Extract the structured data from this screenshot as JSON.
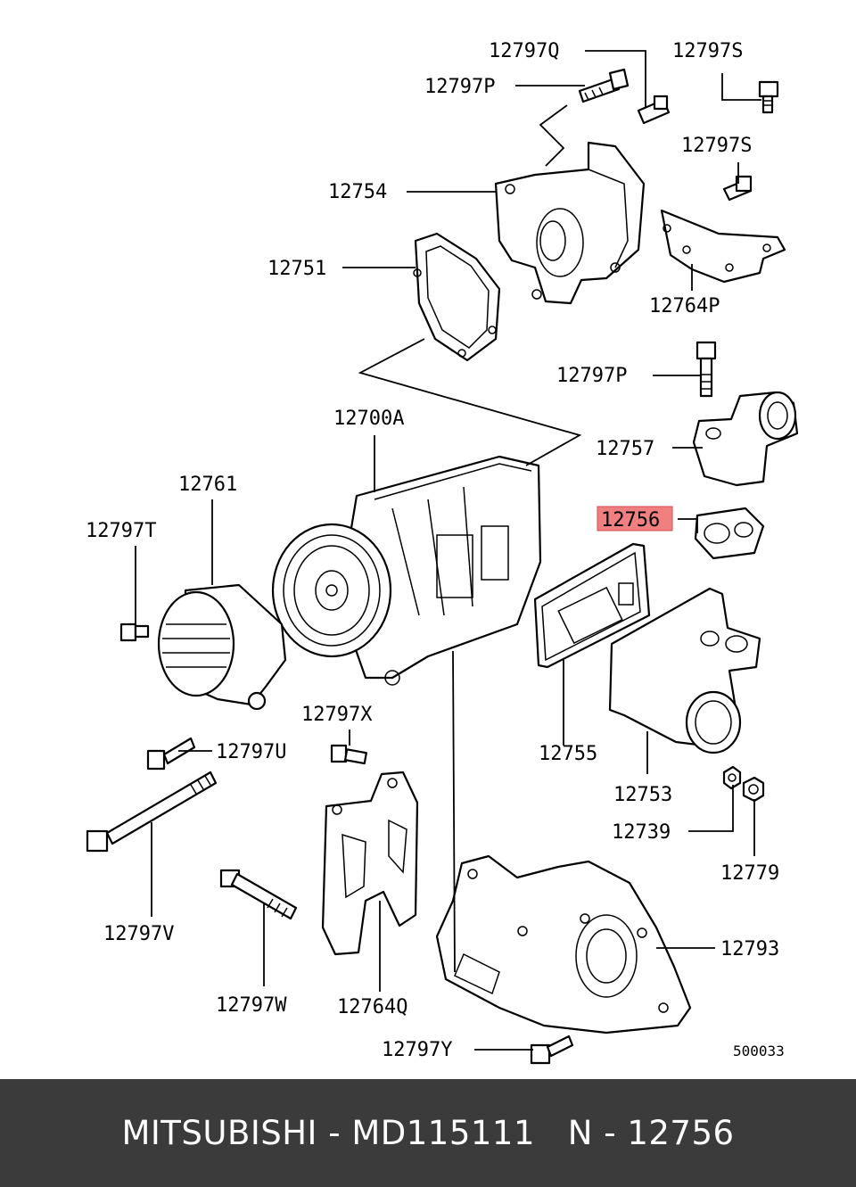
{
  "diagram": {
    "highlight_color": "#f08080",
    "callouts": [
      "12797Q",
      "12797S",
      "12797P",
      "12797S",
      "12754",
      "12751",
      "12764P",
      "12797P",
      "12700A",
      "12757",
      "12761",
      "12756",
      "12797T",
      "12755",
      "12797X",
      "12797U",
      "12753",
      "12739",
      "12779",
      "12797V",
      "12793",
      "12797W",
      "12764Q",
      "12797Y"
    ],
    "highlighted_callout_index": 11,
    "reference_code": "500033"
  },
  "footer": {
    "background_color": "#3b3b3b",
    "text": "MITSUBISHI - MD115111   N - 12756"
  }
}
